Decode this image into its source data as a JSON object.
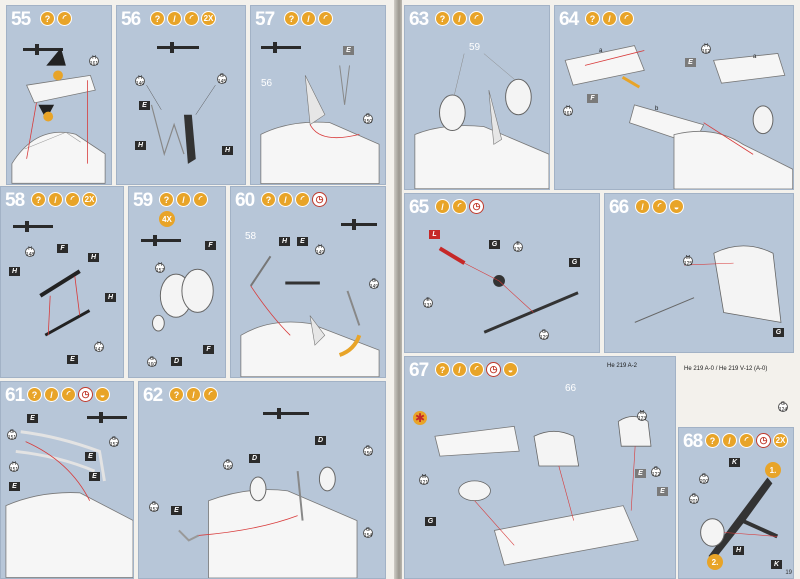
{
  "left_page": {
    "steps": [
      {
        "num": "55",
        "parts": [
          "H 161"
        ],
        "tags": []
      },
      {
        "num": "56",
        "multiplier": "2X",
        "parts": [
          "H 146",
          "G 145"
        ],
        "tags": [
          "E",
          "H",
          "H"
        ]
      },
      {
        "num": "57",
        "callout": "56",
        "parts": [
          "G 150"
        ],
        "tags": [
          "E"
        ]
      },
      {
        "num": "58",
        "multiplier": "2X",
        "parts": [
          "H 148",
          "H 147"
        ],
        "tags": [
          "H",
          "F",
          "H",
          "H",
          "E"
        ]
      },
      {
        "num": "59",
        "multiplier": "4X",
        "parts": [
          "H 157",
          "G 160"
        ],
        "tags": [
          "F",
          "D",
          "F"
        ]
      },
      {
        "num": "60",
        "callout": "58",
        "parts": [
          "H 149",
          "G 149"
        ],
        "tags": [
          "H",
          "E"
        ]
      },
      {
        "num": "61",
        "parts": [
          "G 151",
          "H 151",
          "G 152"
        ],
        "tags": [
          "E",
          "E",
          "E",
          "E"
        ]
      },
      {
        "num": "62",
        "parts": [
          "G 156",
          "G 153",
          "G 154",
          "G 156"
        ],
        "tags": [
          "D",
          "D",
          "E"
        ]
      }
    ]
  },
  "right_page": {
    "steps": [
      {
        "num": "63",
        "callout": "59"
      },
      {
        "num": "64",
        "parts": [
          "H 161",
          "H 162"
        ],
        "tags": [
          "E",
          "F"
        ],
        "labels": [
          "a",
          "b",
          "a"
        ]
      },
      {
        "num": "65",
        "parts": [
          "E 130",
          "E 131",
          "G 129"
        ],
        "tags": [
          "L",
          "G",
          "G"
        ]
      },
      {
        "num": "66",
        "parts": [
          "M 125"
        ],
        "tags": [
          "G"
        ]
      },
      {
        "num": "67",
        "callout": "66",
        "parts": [
          "M 123",
          "M 121",
          "G 124",
          "G 122"
        ],
        "tags": [
          "E",
          "G",
          "E"
        ],
        "variants": [
          "He 219 A-2",
          "He 219 A-0 / He 219 V-12 (A-0)"
        ]
      },
      {
        "num": "68",
        "multiplier": "2X",
        "parts": [
          "G 200",
          "G 201"
        ],
        "tags": [
          "K",
          "H",
          "K"
        ],
        "order": [
          "1.",
          "2."
        ]
      }
    ],
    "page_number": "19"
  },
  "icons": {
    "question": "?",
    "glue": "glue-icon",
    "knife": "knife-icon",
    "clock": "clock-icon",
    "paint": "paint-icon"
  },
  "colors": {
    "panel": "#b7c6d8",
    "icon": "#e8a428",
    "tag": "#2b2b2b",
    "red_tag": "#c62828",
    "guide_line": "#d83a3a"
  }
}
